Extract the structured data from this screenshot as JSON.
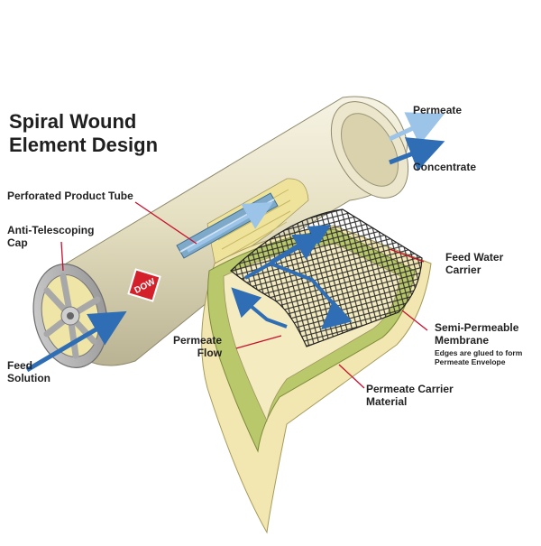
{
  "title": {
    "line1": "Spiral Wound",
    "line2": "Element Design"
  },
  "labels": {
    "permeate": "Permeate",
    "concentrate": "Concentrate",
    "perforated_tube": "Perforated Product Tube",
    "anti_telescoping_1": "Anti-Telescoping",
    "anti_telescoping_2": "Cap",
    "feed_water_carrier_1": "Feed Water",
    "feed_water_carrier_2": "Carrier",
    "permeate_flow_1": "Permeate",
    "permeate_flow_2": "Flow",
    "semi_permeable_1": "Semi-Permeable",
    "semi_permeable_2": "Membrane",
    "membrane_note_1": "Edges are glued to form",
    "membrane_note_2": "Permeate Envelope",
    "feed_solution_1": "Feed",
    "feed_solution_2": "Solution",
    "permeate_carrier_1": "Permeate Carrier",
    "permeate_carrier_2": "Material"
  },
  "logo_text": "DOW",
  "colors": {
    "leader": "#c8102e",
    "arrow_blue": "#2f6db5",
    "arrow_light": "#9cc3e8",
    "housing": "#e9e4c8",
    "membrane_cream": "#f2e7b0",
    "permeate_green": "#b8c86a",
    "logo_red": "#d4202a"
  }
}
